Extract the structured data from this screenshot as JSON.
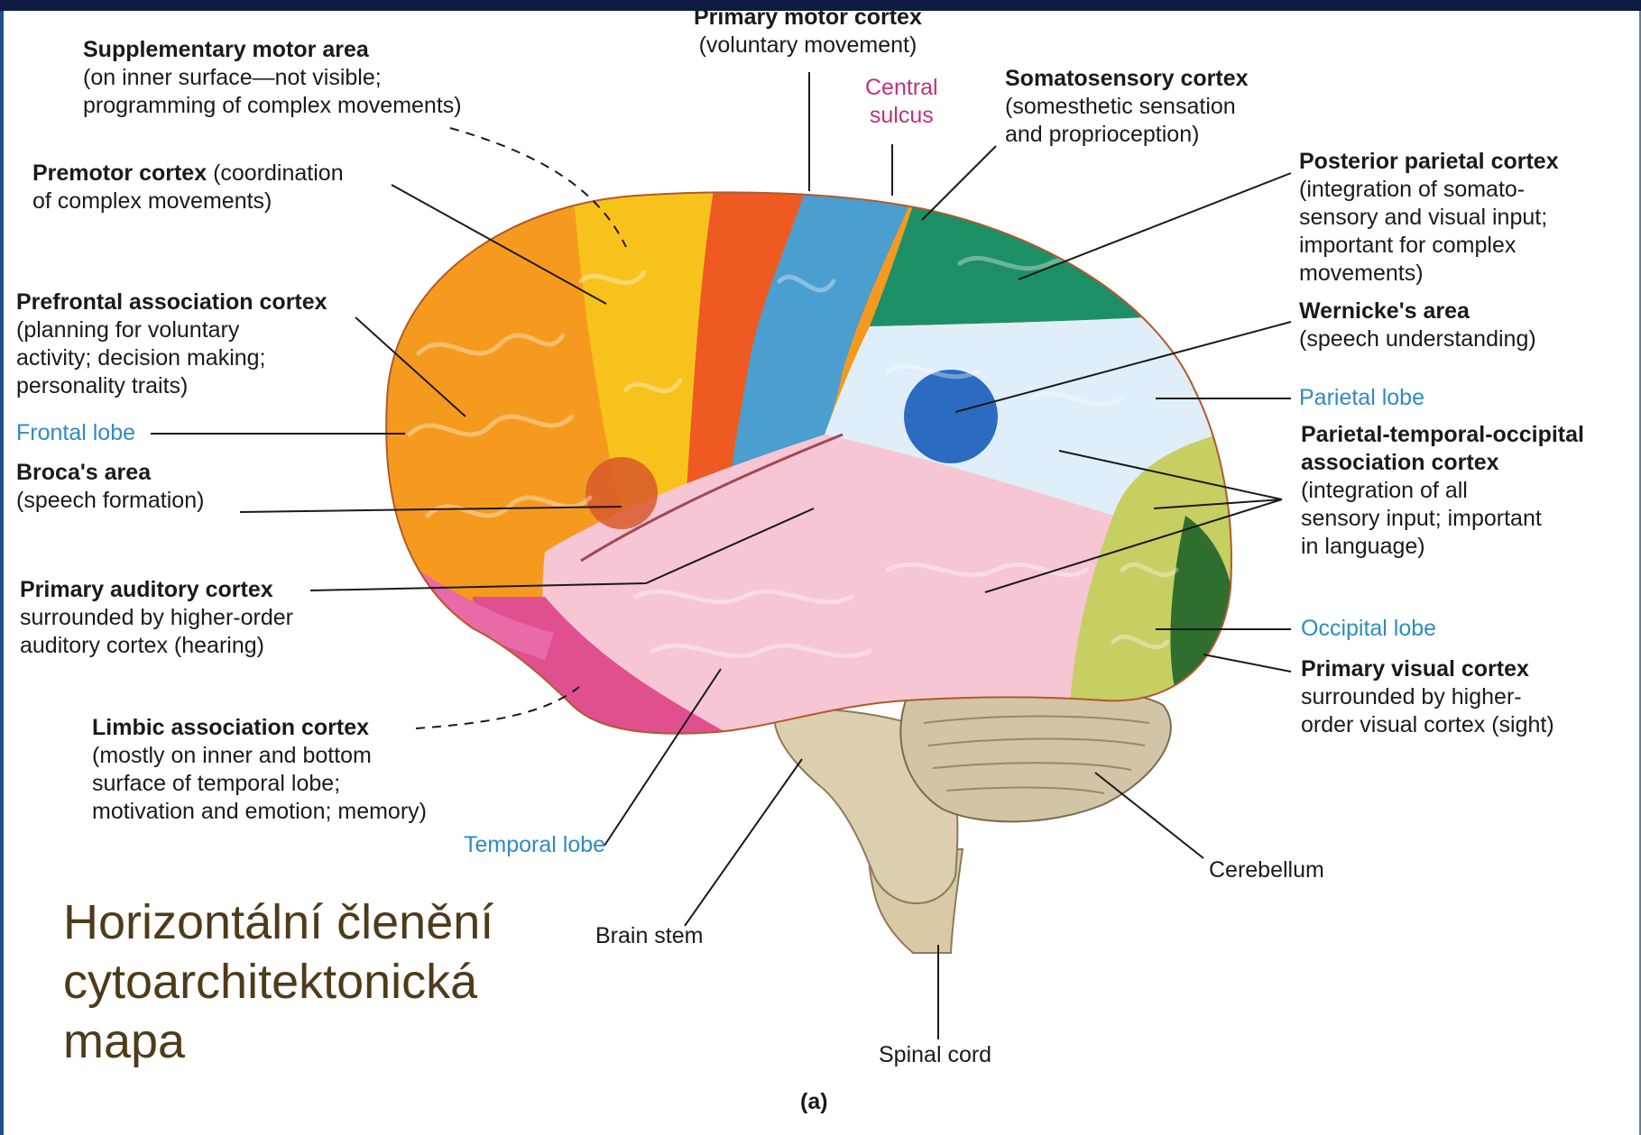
{
  "slide": {
    "title_lines": [
      "Horizontální členění",
      "cytoarchitektonická",
      "mapa"
    ]
  },
  "labels": {
    "primary_motor": {
      "title": "Primary motor cortex",
      "desc": "(voluntary movement)"
    },
    "supplementary_motor": {
      "title": "Supplementary motor area",
      "line1": "(on inner surface—not visible;",
      "line2": "programming of complex movements)"
    },
    "central_sulcus": {
      "line1": "Central",
      "line2": "sulcus"
    },
    "somatosensory": {
      "title": "Somatosensory cortex",
      "line1": "(somesthetic sensation",
      "line2": "and proprioception)"
    },
    "premotor": {
      "title": "Premotor cortex",
      "line1_rest": " (coordination",
      "line2": "of complex movements)"
    },
    "posterior_parietal": {
      "title": "Posterior parietal cortex",
      "line1": "(integration of somato-",
      "line2": "sensory and visual input;",
      "line3": "important for complex",
      "line4": "movements)"
    },
    "prefrontal": {
      "title": "Prefrontal association cortex",
      "line1": "(planning for voluntary",
      "line2": "activity; decision making;",
      "line3": "personality traits)"
    },
    "wernicke": {
      "title": "Wernicke's area",
      "desc": "(speech understanding)"
    },
    "frontal_lobe": "Frontal lobe",
    "parietal_lobe": "Parietal lobe",
    "broca": {
      "title": "Broca's area",
      "desc": "(speech formation)"
    },
    "pto_association": {
      "title_line1": "Parietal-temporal-occipital",
      "title_line2": "association cortex",
      "line1": "(integration of all",
      "line2": "sensory input; important",
      "line3": "in language)"
    },
    "primary_auditory": {
      "title": "Primary auditory cortex",
      "line1": "surrounded by higher-order",
      "line2": "auditory cortex (hearing)"
    },
    "occipital_lobe": "Occipital lobe",
    "primary_visual": {
      "title": "Primary visual cortex",
      "line1": "surrounded by higher-",
      "line2": "order visual cortex (sight)"
    },
    "limbic": {
      "title": "Limbic association cortex",
      "line1": "(mostly on inner and bottom",
      "line2": "surface of temporal lobe;",
      "line3": "motivation and emotion; memory)"
    },
    "temporal_lobe": "Temporal lobe",
    "cerebellum": "Cerebellum",
    "brain_stem": "Brain stem",
    "spinal_cord": "Spinal cord",
    "figure_tag": "(a)"
  },
  "colors": {
    "frontal_prefrontal": "#f59a1f",
    "premotor": "#f8c21c",
    "primary_motor": "#ee5a22",
    "somatosensory": "#4a9ed0",
    "posterior_parietal": "#1d8f66",
    "parietal_white": "#dfeef8",
    "wernicke": "#2b6bc2",
    "temporal_pink": "#f7c6d4",
    "limbic": "#e0508f",
    "occipital_green": "#c6cf62",
    "primary_visual": "#2f6e2f",
    "cerebellum": "#d2c4a6",
    "lobe_label_blue": "#2f8bc0",
    "sulcus_label_magenta": "#c4307a",
    "slide_title": "#4f3b1a",
    "slide_border": "#0f1d4a"
  }
}
